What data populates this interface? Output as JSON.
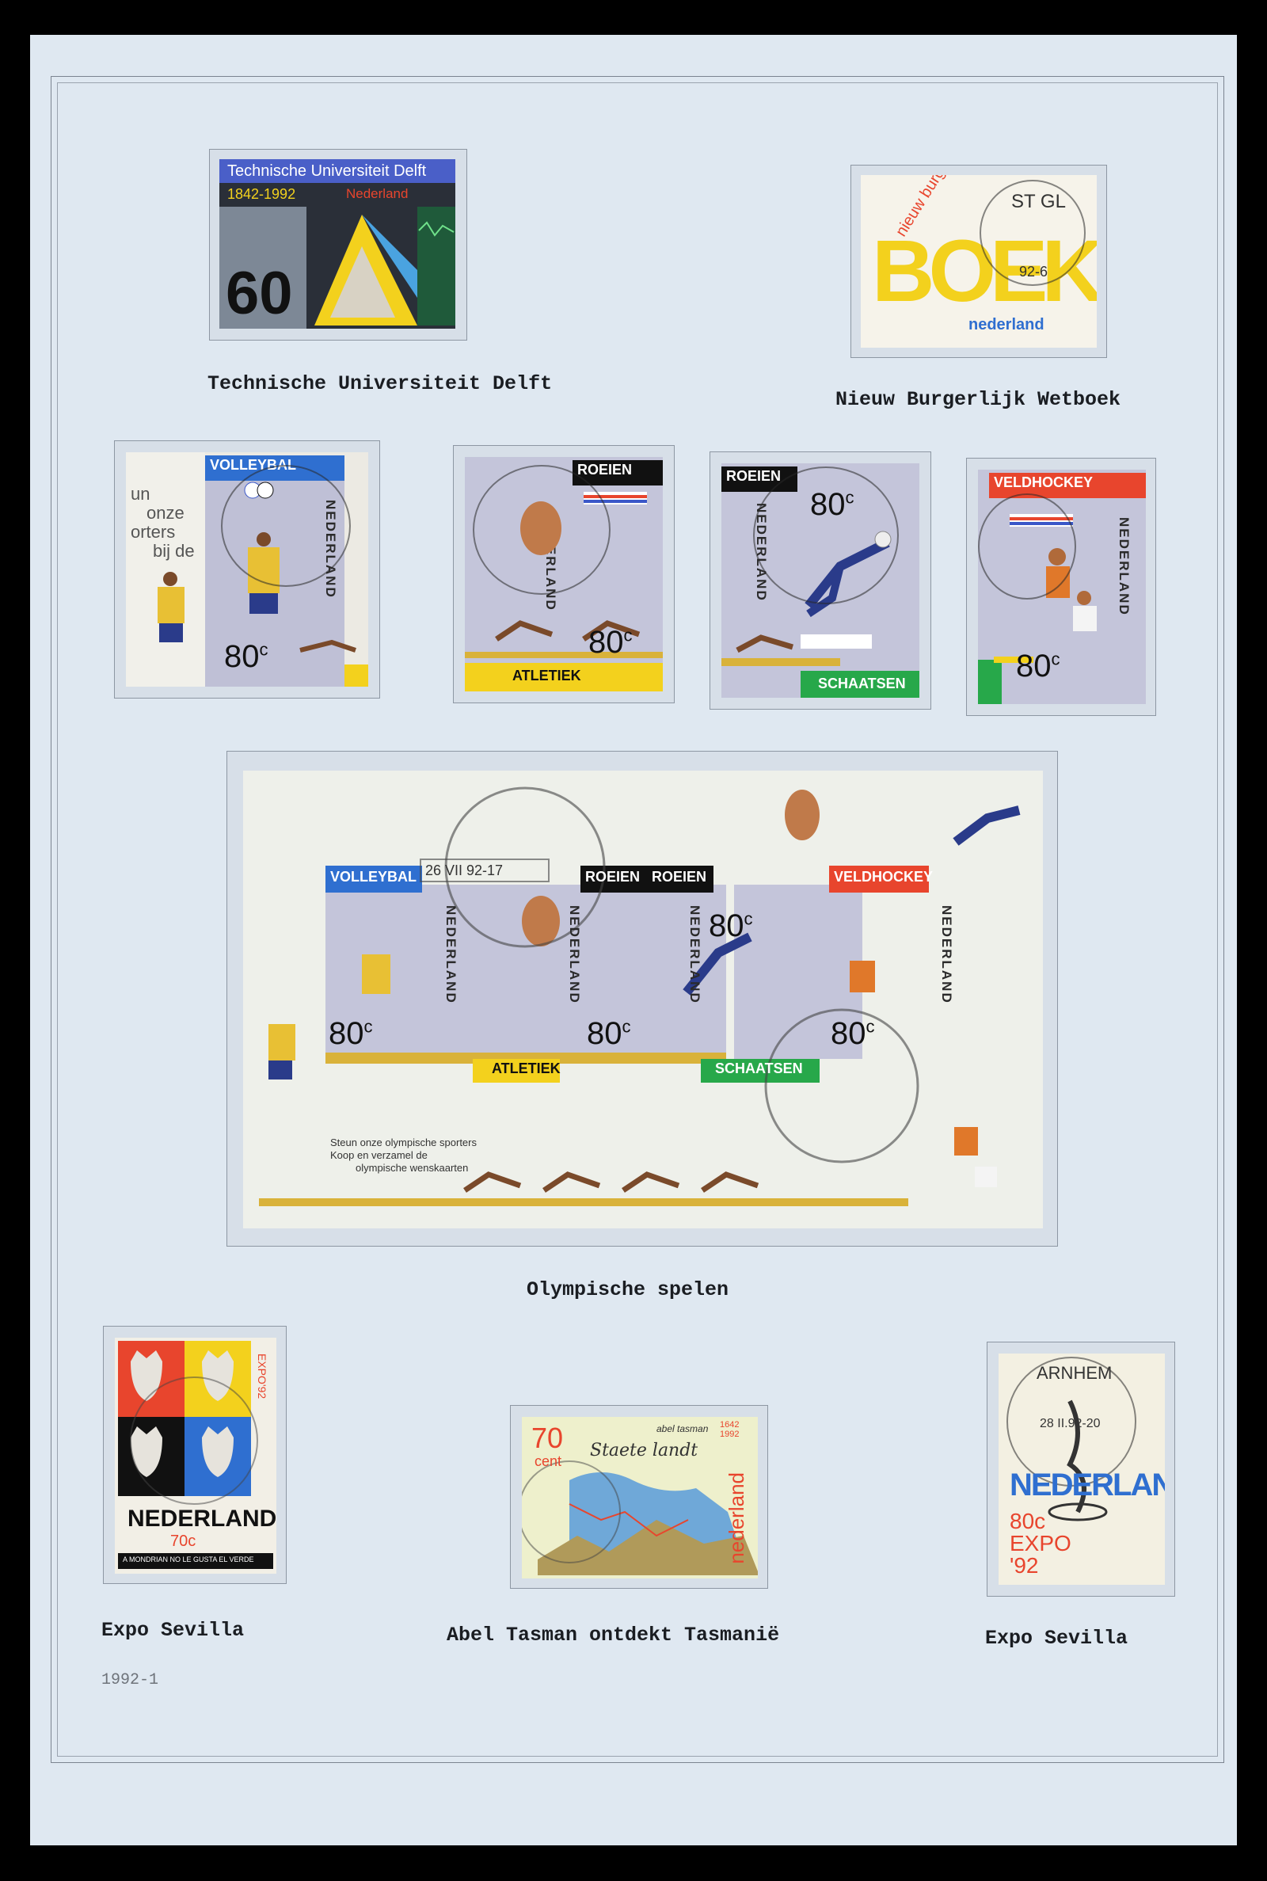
{
  "captions": {
    "delft": "Technische Universiteit Delft",
    "wetboek": "Nieuw Burgerlijk Wetboek",
    "olympic": "Olympische spelen",
    "expo1": "Expo Sevilla",
    "tasman": "Abel Tasman ontdekt Tasmanië",
    "expo2": "Expo Sevilla"
  },
  "page_number": "1992-1",
  "stamps": {
    "delft": {
      "title": "Technische Universiteit Delft",
      "years": "1842-1992",
      "country": "Nederland",
      "value": "60"
    },
    "wetboek": {
      "big": "BOEK",
      "country": "nederland",
      "diag": "nieuw burgerlijk wetboek",
      "cancel": "ST GL",
      "date": "92-6"
    },
    "volleybal": {
      "band": "VOLLEYBAL",
      "country": "NEDERLAND",
      "value": "80",
      "unit": "c",
      "side": [
        "un",
        "onze",
        "orters",
        "bij de"
      ]
    },
    "roeien": {
      "band": "ROEIEN",
      "country": "NEDERLAND",
      "value": "80",
      "unit": "c",
      "bottom": "ATLETIEK"
    },
    "schaatsen": {
      "band": "ROEIEN",
      "country": "NEDERLAND",
      "value": "80",
      "unit": "c",
      "bottom": "SCHAATSEN"
    },
    "veldhockey": {
      "band": "VELDHOCKEY",
      "country": "NEDERLAND",
      "value": "80",
      "unit": "c"
    },
    "sheet": {
      "bands": [
        "VOLLEYBAL",
        "ROEIEN",
        "ROEIEN",
        "VELDHOCKEY"
      ],
      "bottoms": [
        "ATLETIEK",
        "SCHAATSEN"
      ],
      "country": "NEDERLAND",
      "value": "80",
      "unit": "c",
      "text1": "Steun onze olympische sporters",
      "text2": "Koop en verzamel de",
      "text3": "olympische wenskaarten",
      "cancel_date": "26 VII 92-17"
    },
    "expo1": {
      "country": "NEDERLAND",
      "value": "70",
      "unit": "c",
      "motto": "A MONDRIAN NO LE GUSTA EL VERDE",
      "side": "EXPO'92"
    },
    "tasman": {
      "value": "70",
      "unit": "cent",
      "name": "abel tasman",
      "years": "1642 1992",
      "script": "Staete landt",
      "country": "nederland"
    },
    "expo2": {
      "cancel": "ARNHEM",
      "date": "28 II.92-20",
      "country": "NEDERLAND",
      "value": "80c",
      "expo": "EXPO",
      "year": "'92"
    }
  },
  "colors": {
    "page": "#dfe8f1",
    "blue": "#2f6fd0",
    "red": "#e8452d",
    "yellow": "#f3d11d",
    "green": "#27a84a",
    "black": "#111111"
  }
}
